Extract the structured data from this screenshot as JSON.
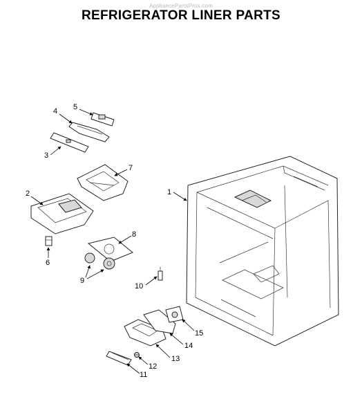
{
  "header": {
    "watermark": "AppliancePartsPros.com",
    "title": "REFRIGERATOR LINER PARTS"
  },
  "callouts": {
    "c1": "1",
    "c2": "2",
    "c3": "3",
    "c4": "4",
    "c5": "5",
    "c6": "6",
    "c7": "7",
    "c8": "8",
    "c9": "9",
    "c10": "10",
    "c11": "11",
    "c12": "12",
    "c13": "13",
    "c14": "14",
    "c15": "15"
  }
}
